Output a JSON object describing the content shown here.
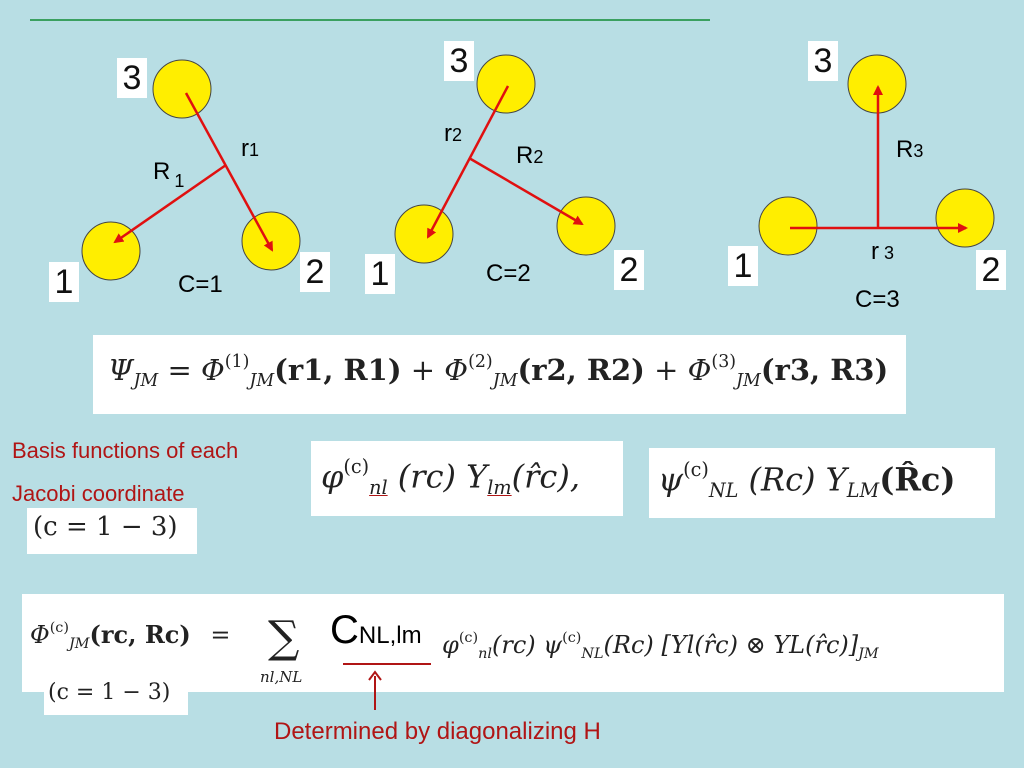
{
  "diagrams": [
    {
      "label_c": "C=1",
      "r_base": "r",
      "r_sub": "1",
      "R_base": "R",
      "R_sub": "1",
      "n1": "1",
      "n2": "2",
      "n3": "3"
    },
    {
      "label_c": "C=2",
      "r_base": "r",
      "r_sub": "2",
      "R_base": "R",
      "R_sub": "2",
      "n1": "1",
      "n2": "2",
      "n3": "3"
    },
    {
      "label_c": "C=3",
      "r_base": "r",
      "r_sub": "3",
      "R_base": "R",
      "R_sub": "3",
      "n1": "1",
      "n2": "2",
      "n3": "3"
    }
  ],
  "colors": {
    "background": "#b8dee4",
    "particle": "#ffee00",
    "arrow": "#e01010",
    "caption": "#b01515"
  },
  "equations": {
    "total": {
      "lhs": "Ψ",
      "lhs_sub": "JM",
      "eq": "=",
      "phi": "Φ",
      "phi_sub": "JM",
      "sup1": "(1)",
      "args1": "(r1, R1)",
      "sup2": "(2)",
      "args2": "(r2, R2)",
      "sup3": "(3)",
      "args3": "(r3, R3)",
      "plus": "+"
    },
    "basis_small": {
      "phi": "φ",
      "sup": "(c)",
      "sub": "nl",
      "arg": "(rc)",
      "Y": "Y",
      "Ysub": "lm",
      "Yarg": "(r̂c),"
    },
    "basis_big": {
      "psi": "ψ",
      "sup": "(c)",
      "sub": "NL",
      "arg": "(Rc)",
      "Y": "Y",
      "Ysub": "LM",
      "Yarg": "(R̂c)"
    },
    "expansion": {
      "Phi": "Φ",
      "sup": "(c)",
      "sub": "JM",
      "args": "(rc, Rc)",
      "eq": "=",
      "sum": "∑",
      "sum_sub": "nl,NL",
      "phi": "φ",
      "phi_sup": "(c)",
      "phi_sub": "nl",
      "phi_arg": "(rc)",
      "psi": "ψ",
      "psi_sup": "(c)",
      "psi_sub": "NL",
      "psi_arg": "(Rc)",
      "coupling": "[Yl(r̂c) ⊗ YL(r̂c)]",
      "coupling_sub": "JM"
    },
    "crange1": "(c = 1 − 3)",
    "crange2": "(c = 1 − 3)"
  },
  "coeff": {
    "C": "C",
    "sub": "NL,lm"
  },
  "captions": {
    "basis_line1": "Basis functions of each",
    "basis_line2": "Jacobi coordinate",
    "determined": "Determined by diagonalizing  H"
  }
}
